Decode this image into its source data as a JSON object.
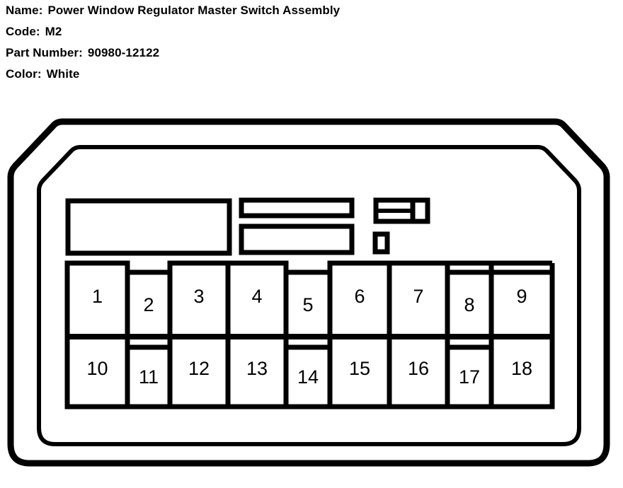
{
  "header": {
    "rows": [
      {
        "label": "Name:",
        "value": "Power Window Regulator Master Switch Assembly"
      },
      {
        "label": "Code:",
        "value": "M2"
      },
      {
        "label": "Part Number:",
        "value": "90980-12122"
      },
      {
        "label": "Color:",
        "value": "White"
      }
    ]
  },
  "connector": {
    "type": "automotive-connector-pinout",
    "name": "Power Window Regulator Master Switch Assembly",
    "code": "M2",
    "part_number": "90980-12122",
    "color": "White",
    "pin_count": 18,
    "rows": 2,
    "columns": 9,
    "outline": {
      "stroke_color": "#000000",
      "fill_color": "#ffffff",
      "top_corners": "chamfered",
      "bottom_corners": "rounded",
      "shells": 2
    },
    "keying_slots": [
      {
        "name": "large-left-slot",
        "shape": "rectangle"
      },
      {
        "name": "upper-mid-slot",
        "shape": "rectangle-thin"
      },
      {
        "name": "lower-mid-slot",
        "shape": "rectangle"
      },
      {
        "name": "right-double-slot",
        "shape": "rectangle-divided"
      },
      {
        "name": "right-narrow-box",
        "shape": "rectangle-narrow"
      },
      {
        "name": "small-square-slot",
        "shape": "rectangle-small"
      }
    ],
    "top_row": [
      {
        "number": "1",
        "size": "wide"
      },
      {
        "number": "2",
        "size": "narrow"
      },
      {
        "number": "3",
        "size": "wide"
      },
      {
        "number": "4",
        "size": "wide"
      },
      {
        "number": "5",
        "size": "narrow"
      },
      {
        "number": "6",
        "size": "wide"
      },
      {
        "number": "7",
        "size": "wide"
      },
      {
        "number": "8",
        "size": "narrow"
      },
      {
        "number": "9",
        "size": "wide"
      }
    ],
    "bottom_row": [
      {
        "number": "10",
        "size": "wide"
      },
      {
        "number": "11",
        "size": "narrow"
      },
      {
        "number": "12",
        "size": "wide"
      },
      {
        "number": "13",
        "size": "wide"
      },
      {
        "number": "14",
        "size": "narrow"
      },
      {
        "number": "15",
        "size": "wide"
      },
      {
        "number": "16",
        "size": "wide"
      },
      {
        "number": "17",
        "size": "narrow"
      },
      {
        "number": "18",
        "size": "wide"
      }
    ]
  }
}
